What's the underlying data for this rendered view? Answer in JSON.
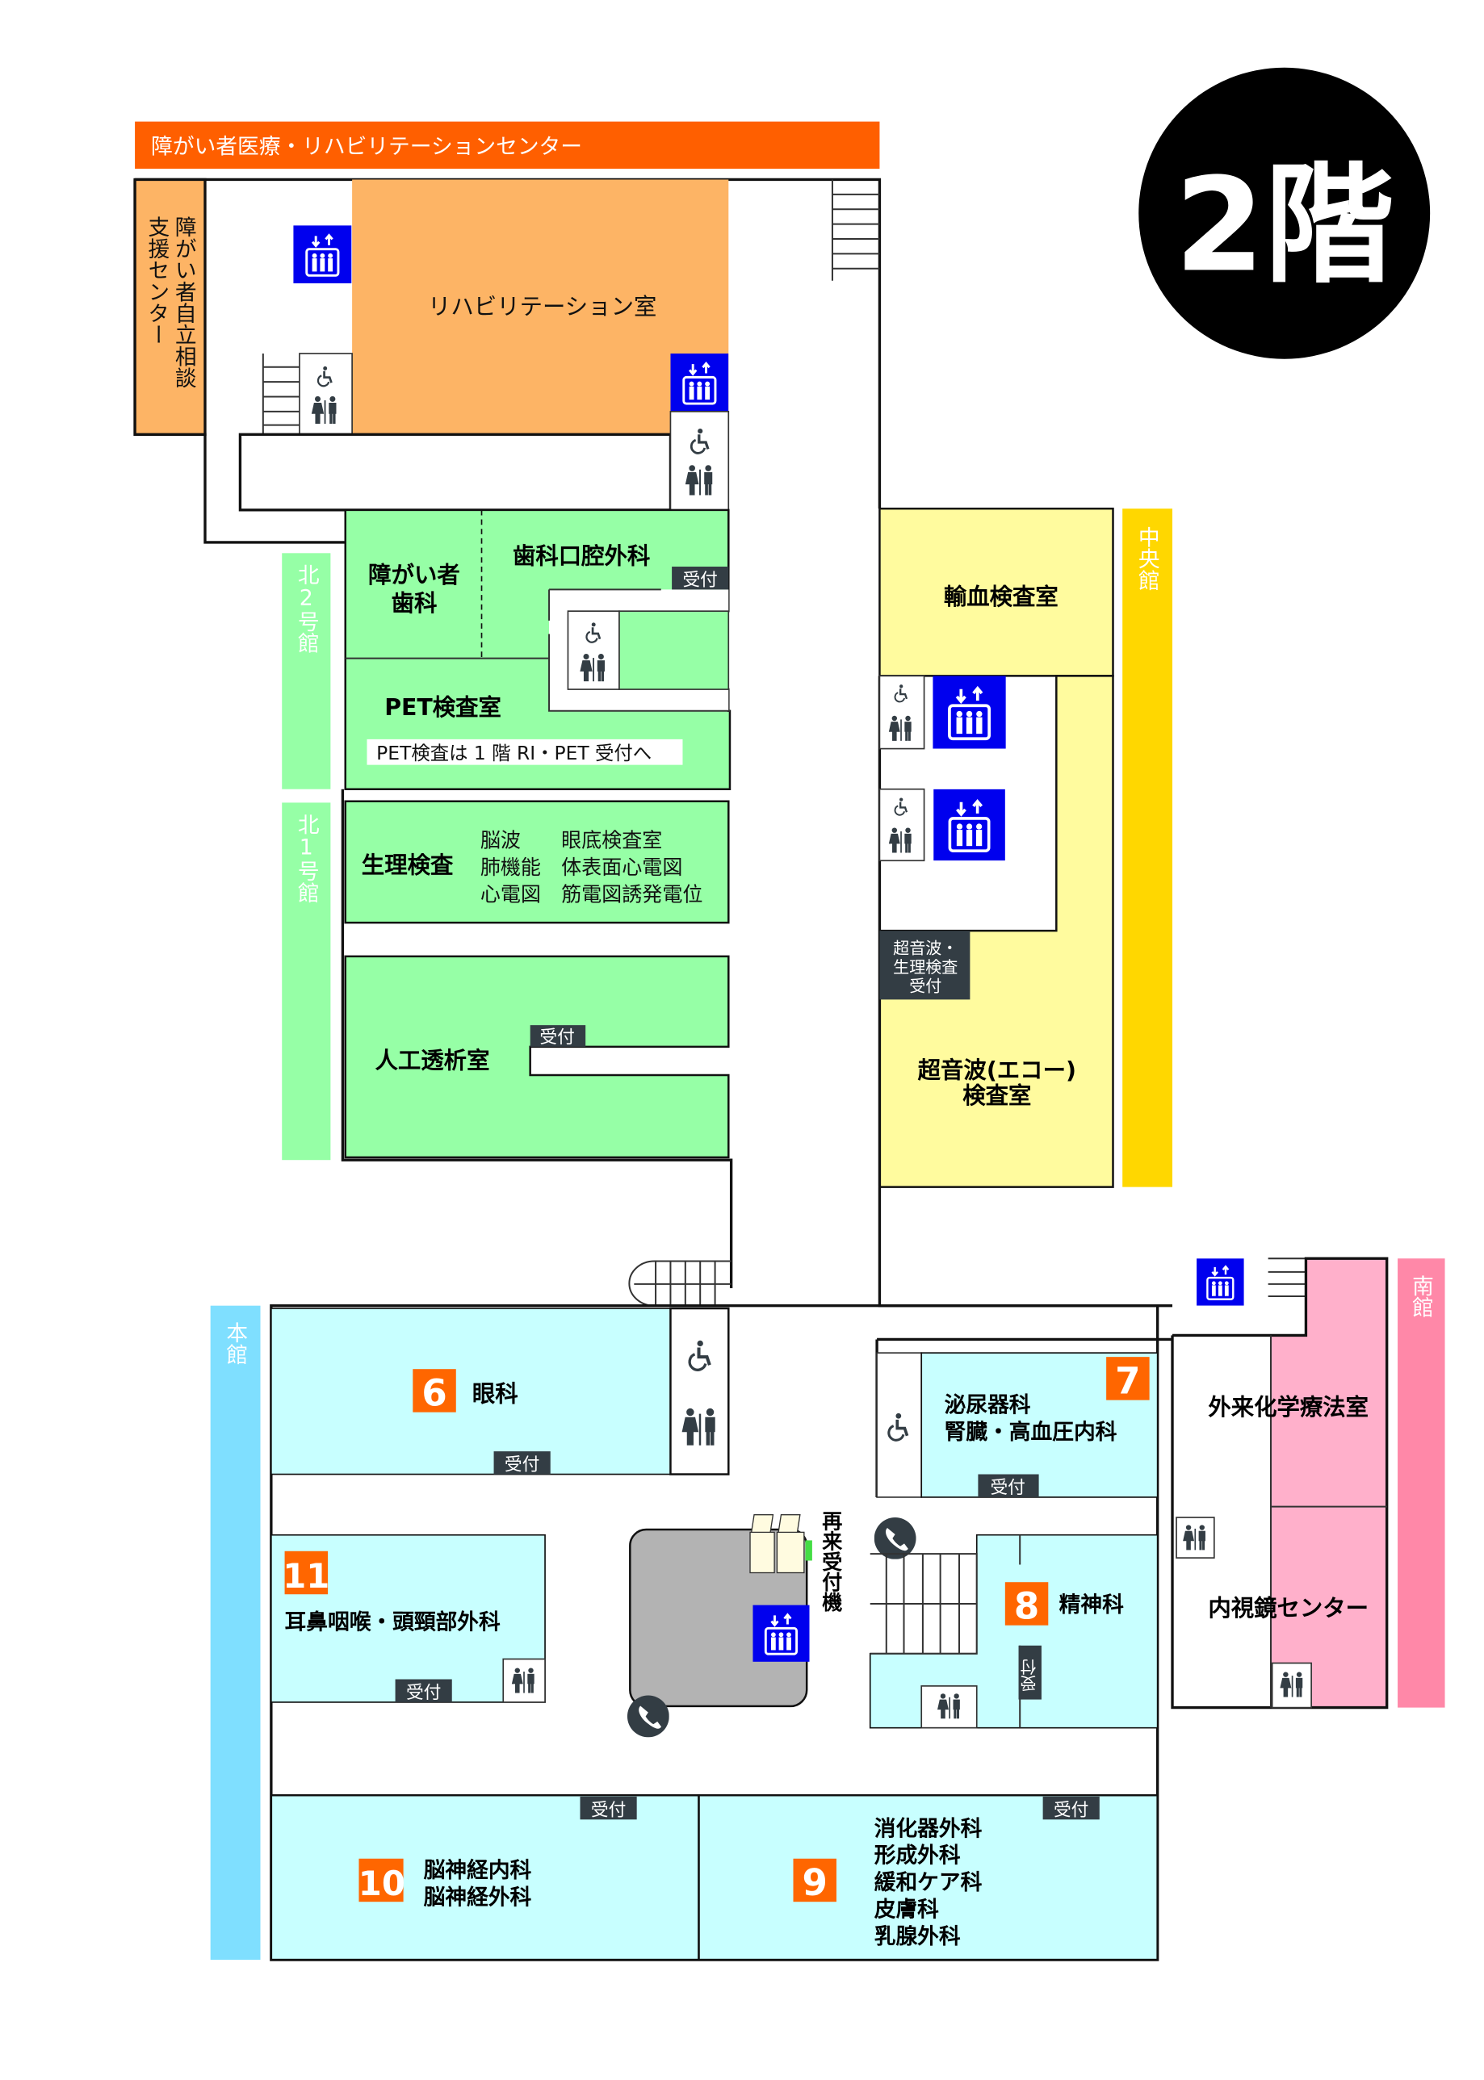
{
  "floor": {
    "label": "2階"
  },
  "colors": {
    "rehab_orange": "#FDB465",
    "header_orange": "#FF5F00",
    "green": "#96FFA6",
    "yellow": "#FFFB9E",
    "central_strip": "#FFD700",
    "pink": "#FFB0CB",
    "south_strip": "#FF88A8",
    "cyan": "#C8FFFF",
    "main_strip": "#7FDFFF",
    "elevator_blue": "#0000EE",
    "badge_orange": "#FF6600",
    "reception_dark": "#333D44"
  },
  "header": {
    "title": "障がい者医療・リハビリテーションセンター"
  },
  "buildings": {
    "north2": "北2号館",
    "north1": "北1号館",
    "central": "中央館",
    "south": "南館",
    "main": "本館"
  },
  "rooms": {
    "support_center": [
      "障がい者自立相談",
      "支援センター"
    ],
    "rehab": "リハビリテーション室",
    "disabled_dental": [
      "障がい者",
      "歯科"
    ],
    "oral_surgery": "歯科口腔外科",
    "pet": "PET検査室",
    "pet_note": "PET検査は 1 階 RI・PET 受付へ",
    "physiology": "生理検査",
    "physiology_items": [
      "脳波",
      "眼底検査室",
      "肺機能",
      "体表面心電図",
      "心電図",
      "筋電図誘発電位"
    ],
    "dialysis": "人工透析室",
    "blood_test": "輸血検査室",
    "ultrasound_reception": [
      "超音波・",
      "生理検査",
      "受付"
    ],
    "ultrasound": [
      "超音波(エコー)",
      "検査室"
    ],
    "chemo": "外来化学療法室",
    "endoscopy": "内視鏡センター",
    "ophthalmology": {
      "number": "6",
      "name": "眼科"
    },
    "urology": {
      "number": "7",
      "names": [
        "泌尿器科",
        "腎臓・高血圧内科"
      ]
    },
    "psychiatry": {
      "number": "8",
      "name": "精神科"
    },
    "surgery": {
      "number": "9",
      "names": [
        "消化器外科",
        "形成外科",
        "緩和ケア科",
        "皮膚科",
        "乳腺外科"
      ]
    },
    "neuro": {
      "number": "10",
      "names": [
        "脳神経内科",
        "脳神経外科"
      ]
    },
    "ent": {
      "number": "11",
      "name": "耳鼻咽喉・頭頸部外科"
    }
  },
  "reception_label": "受付",
  "kiosk_label": "再来受付機",
  "icons": [
    "elevator-icon",
    "wheelchair-icon",
    "restroom-icon",
    "phone-icon",
    "stairs-icon",
    "kiosk-icon"
  ]
}
